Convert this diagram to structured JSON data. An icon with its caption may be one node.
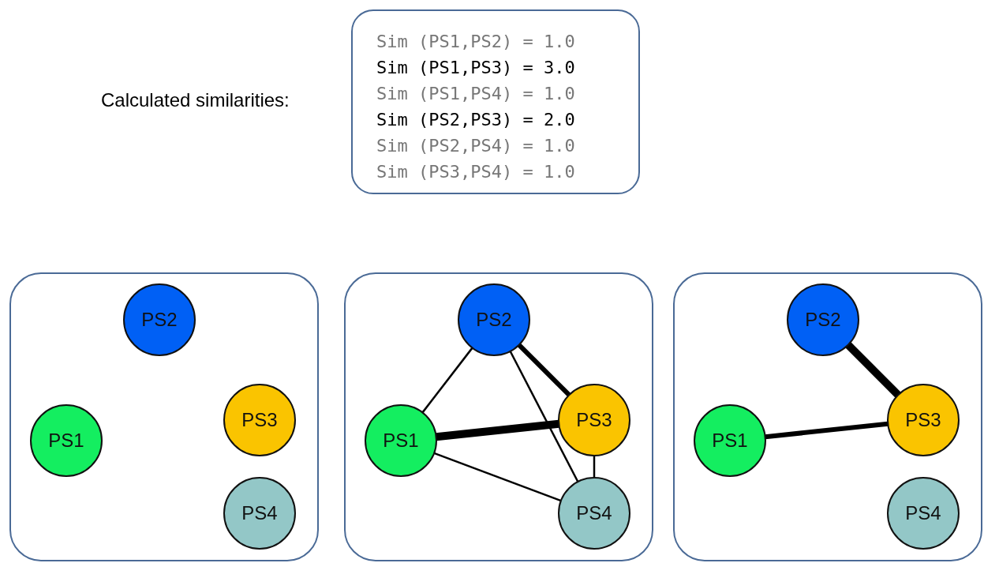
{
  "diagram": {
    "nodes": [
      {
        "text": [
          "Sim (PS1,PS2) = 1.0",
          "Sim (PS1,PS3) = 3.0",
          "Sim (PS1,PS4) = 1.0",
          "Sim (PS2,PS3) = 2.0",
          "Sim (PS2,PS4) = 1.0",
          "Sim (PS3,PS4) = 1.0"
        ],
        "beside": [
          "Calculated similarities:"
        ]
      },
      {
        "text": [],
        "shape": "box"
      },
      {
        "text": [
          "PS2"
        ],
        "in": 1
      },
      {
        "text": [
          "PS3"
        ],
        "in": 1
      },
      {
        "text": [
          "PS1"
        ],
        "in": 1
      },
      {
        "text": [
          "PS4"
        ],
        "in": 1
      },
      {
        "text": [],
        "shape": "box"
      },
      {
        "text": [
          "PS2"
        ],
        "in": 6
      },
      {
        "text": [
          "PS3"
        ],
        "in": 6
      },
      {
        "text": [
          "PS1"
        ],
        "in": 6
      },
      {
        "text": [
          "PS4"
        ],
        "in": 6
      },
      {
        "text": [],
        "shape": "box"
      },
      {
        "text": [
          "PS2"
        ],
        "in": 11
      },
      {
        "text": [
          "PS3"
        ],
        "in": 11
      },
      {
        "text": [
          "PS1"
        ],
        "in": 11
      },
      {
        "text": [
          "PS4"
        ],
        "in": 11
      }
    ],
    "edges": [
      {
        "from": 9,
        "to": 7,
        "arrow": "none"
      },
      {
        "from": 9,
        "to": 8,
        "arrow": "none",
        "style": "thick"
      },
      {
        "from": 9,
        "to": 10,
        "arrow": "none"
      },
      {
        "from": 7,
        "to": 8,
        "arrow": "none",
        "style": "thick"
      },
      {
        "from": 7,
        "to": 10,
        "arrow": "none"
      },
      {
        "from": 8,
        "to": 10,
        "arrow": "none"
      },
      {
        "from": 12,
        "to": 13,
        "arrow": "none",
        "style": "thick"
      },
      {
        "from": 14,
        "to": 13,
        "arrow": "none",
        "style": "thick"
      }
    ]
  }
}
